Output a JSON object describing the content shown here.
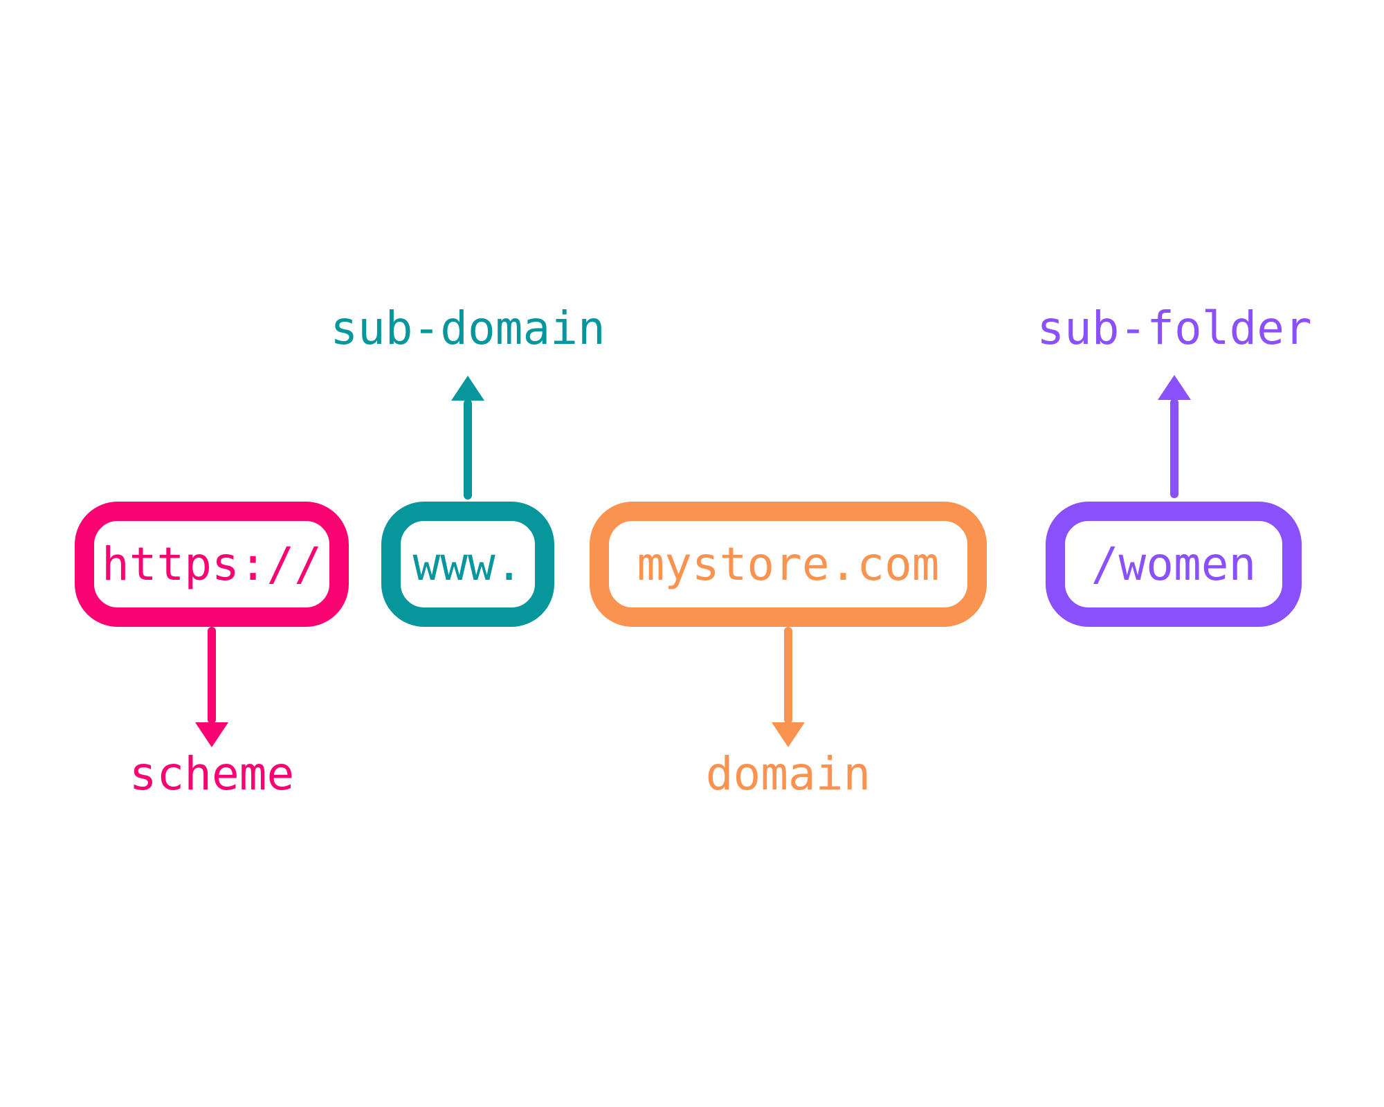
{
  "background_color": "#FFFFFF",
  "diagram_subject": "URL anatomy",
  "parts": [
    {
      "id": "scheme",
      "text": "https://",
      "label": "scheme",
      "label_position": "below",
      "arrow_direction": "down",
      "color": "#F80371"
    },
    {
      "id": "sub-domain",
      "text": "www.",
      "label": "sub-domain",
      "label_position": "above",
      "arrow_direction": "up",
      "color": "#07969B"
    },
    {
      "id": "domain",
      "text": "mystore.com",
      "label": "domain",
      "label_position": "below",
      "arrow_direction": "down",
      "color": "#FB9350"
    },
    {
      "id": "sub-folder",
      "text": "/women",
      "label": "sub-folder",
      "label_position": "above",
      "arrow_direction": "up",
      "color": "#8A50FB"
    }
  ]
}
